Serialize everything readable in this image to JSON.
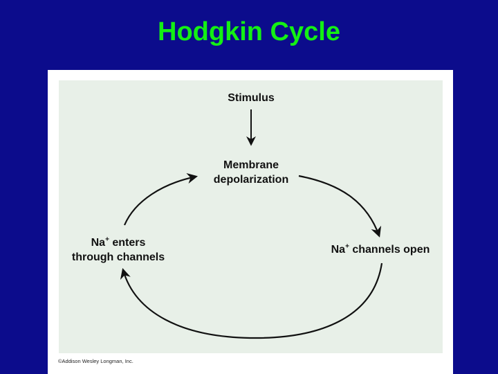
{
  "slide": {
    "title": "Hodgkin Cycle"
  },
  "diagram": {
    "stimulus": "Stimulus",
    "membrane": {
      "line1": "Membrane",
      "line2": "depolarization"
    },
    "channels_open": {
      "prefix": "Na",
      "sup": "+",
      "suffix": " channels open"
    },
    "na_enters": {
      "line1_prefix": "Na",
      "line1_sup": "+",
      "line1_suffix": " enters",
      "line2": "through channels"
    }
  },
  "footer": {
    "copyright": "©Addison Wesley Longman, Inc."
  },
  "colors": {
    "background": "#0c0c8c",
    "title": "#14f014",
    "panel": "#e8f0e8",
    "arrow": "#111111"
  }
}
